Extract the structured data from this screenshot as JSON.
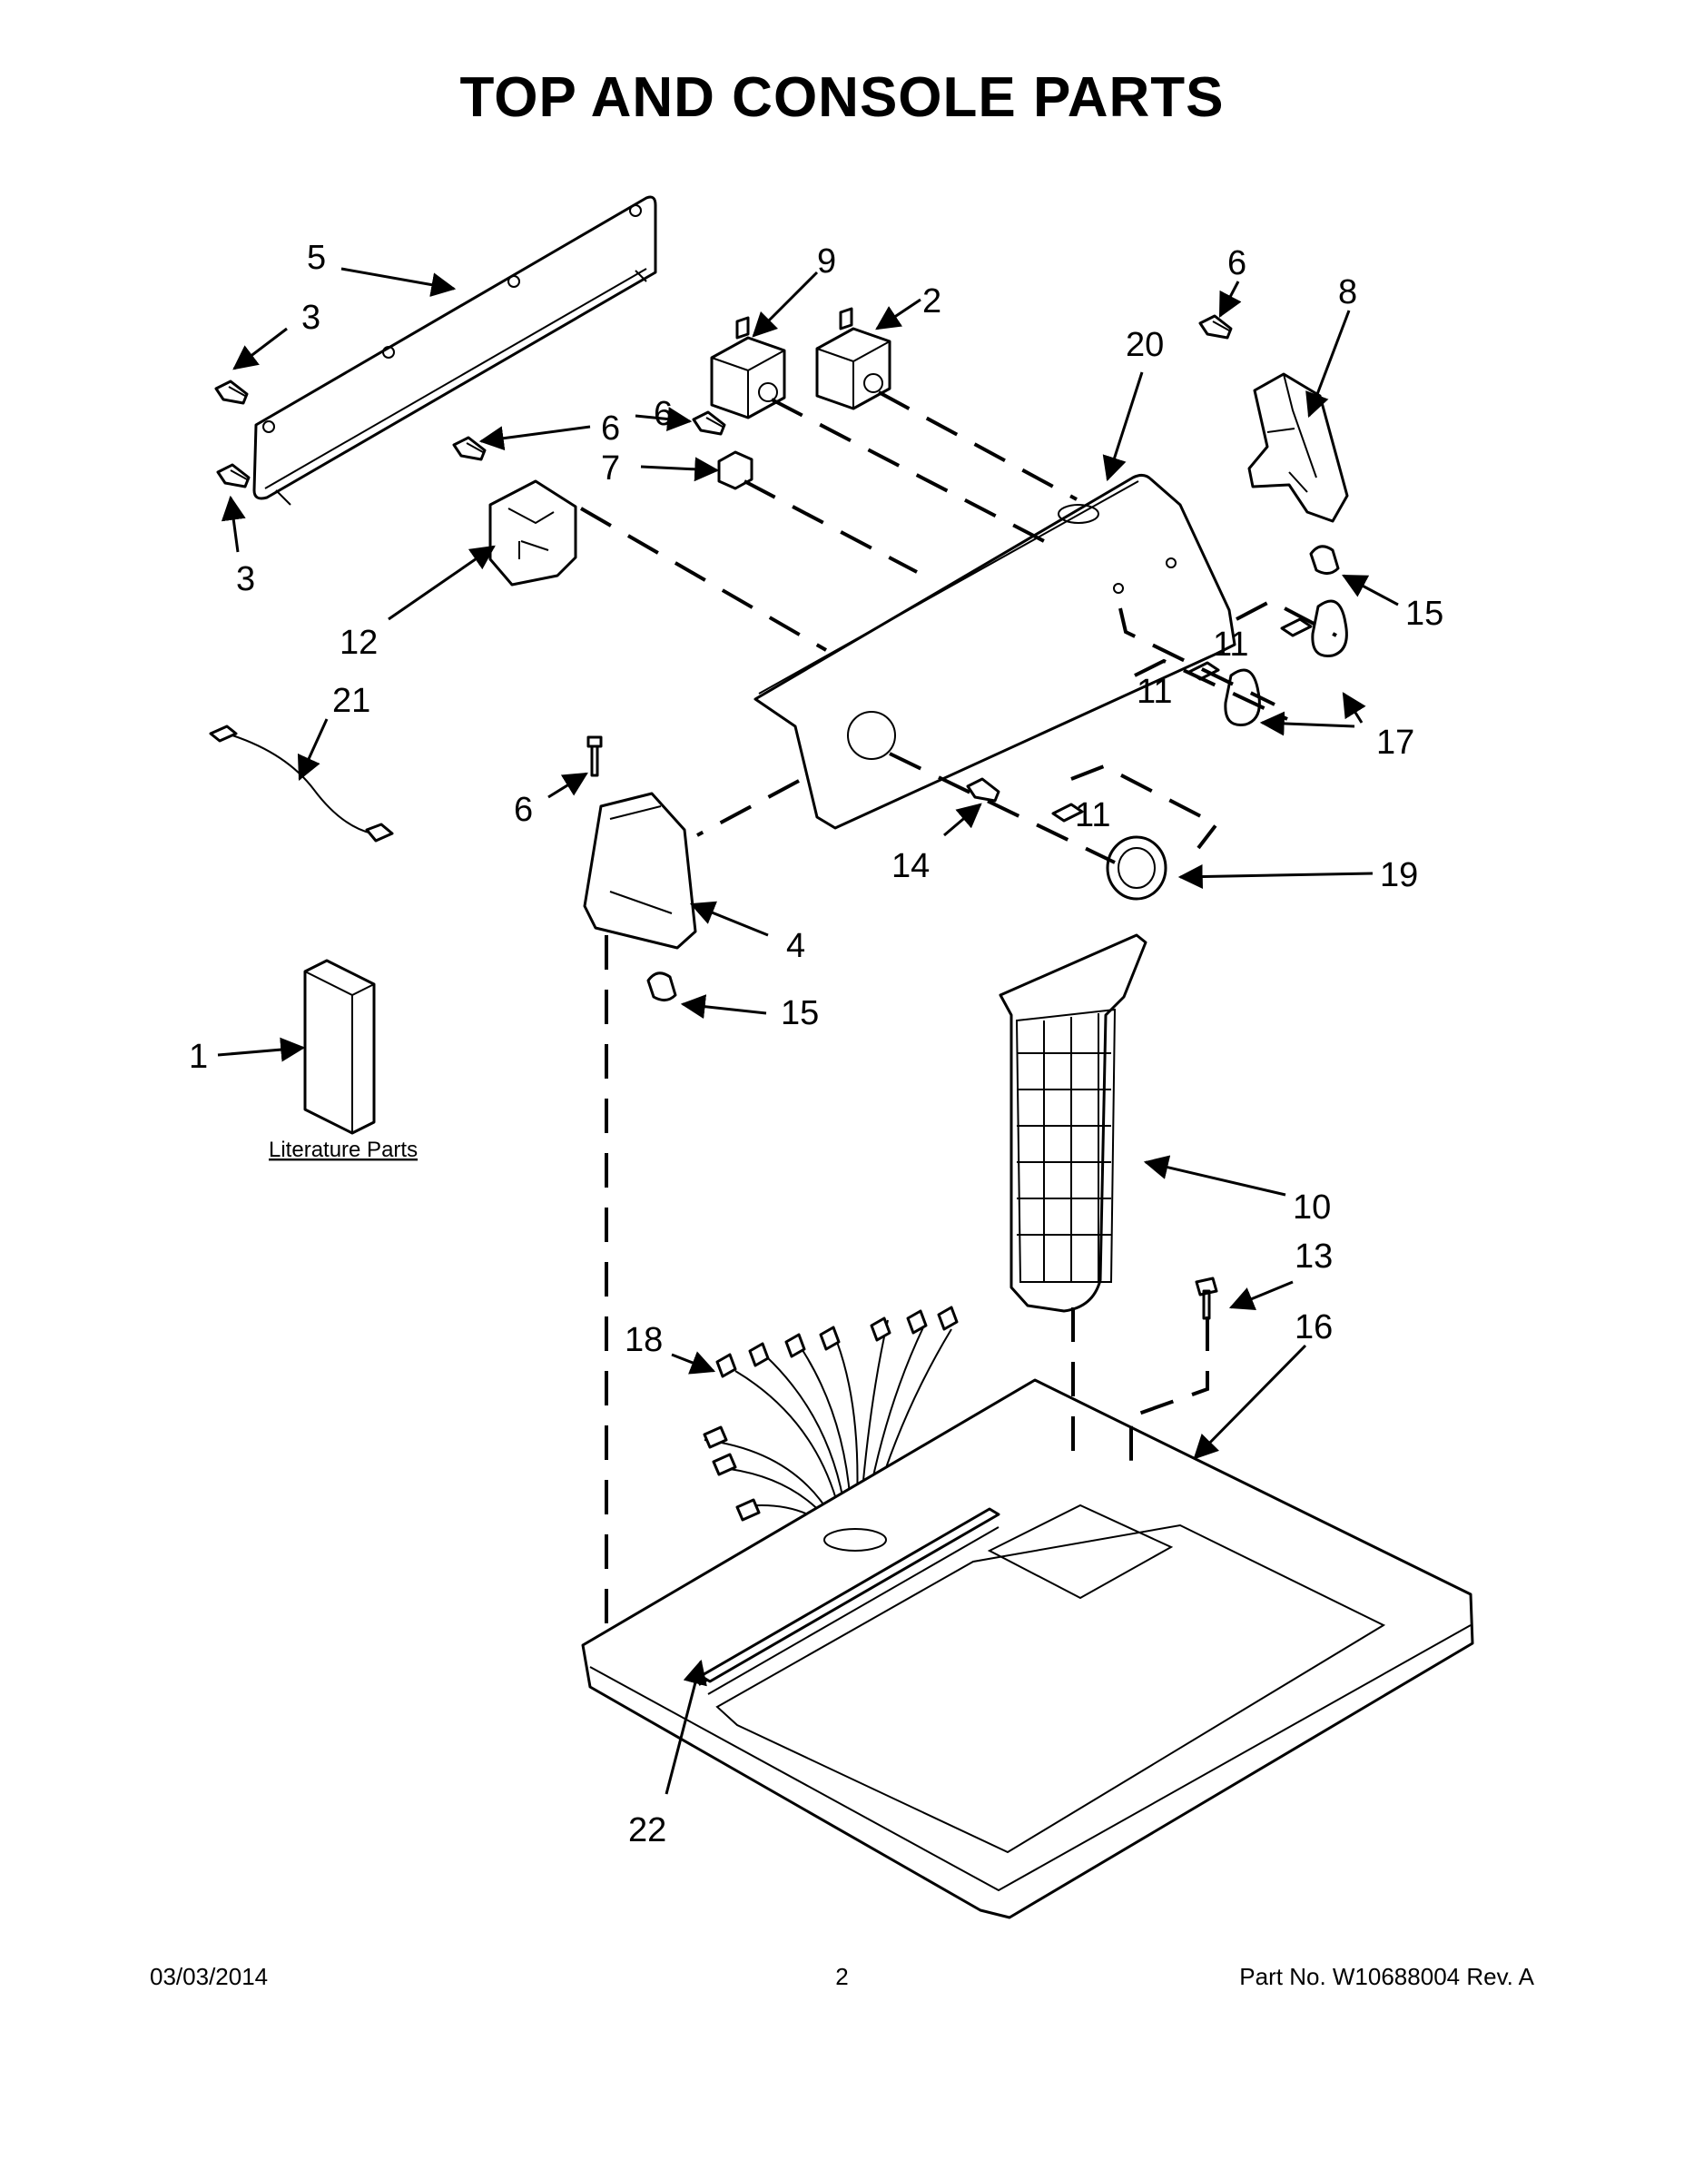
{
  "title": "TOP AND CONSOLE PARTS",
  "literature_caption": "Literature Parts",
  "callouts": [
    "5",
    "3",
    "3",
    "9",
    "2",
    "6",
    "8",
    "20",
    "6",
    "6",
    "7",
    "12",
    "15",
    "11",
    "11",
    "17",
    "21",
    "6",
    "14",
    "11",
    "19",
    "4",
    "15",
    "1",
    "10",
    "13",
    "16",
    "18",
    "22"
  ],
  "footer": {
    "date": "03/03/2014",
    "page": "2",
    "part_number": "Part No.  W10688004  Rev.  A"
  }
}
